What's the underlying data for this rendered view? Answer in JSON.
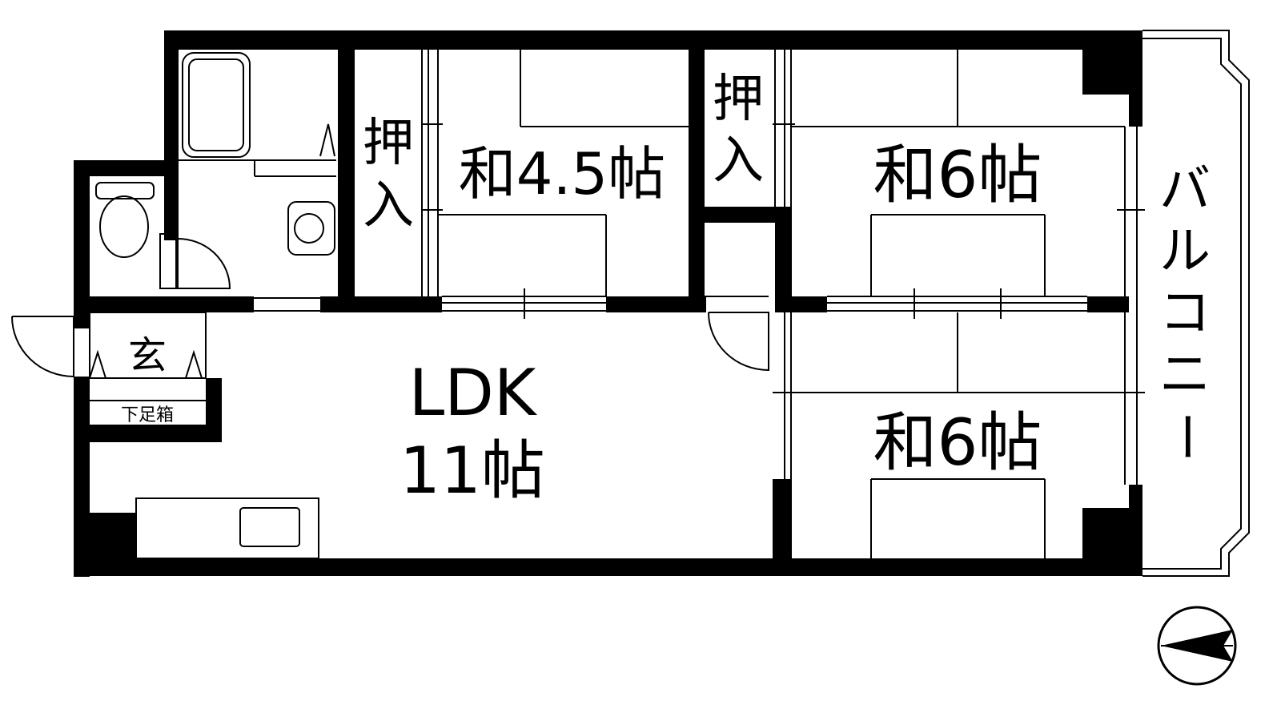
{
  "floor_plan": {
    "rooms": {
      "washitsu_45": "和4.5帖",
      "washitsu_6_upper": "和6帖",
      "washitsu_6_lower": "和6帖",
      "ldk_name": "LDK",
      "ldk_size": "11帖",
      "entrance": "玄",
      "shoe_box": "下足箱"
    },
    "closets": {
      "left": [
        "押",
        "入"
      ],
      "right": [
        "押",
        "入"
      ]
    },
    "balcony": [
      "バ",
      "ル",
      "コ",
      "ニ",
      "ー"
    ],
    "compass": {
      "icon": "north-arrow-icon"
    },
    "colors": {
      "wall": "#000000",
      "floor": "#ffffff",
      "line": "#000000"
    }
  }
}
